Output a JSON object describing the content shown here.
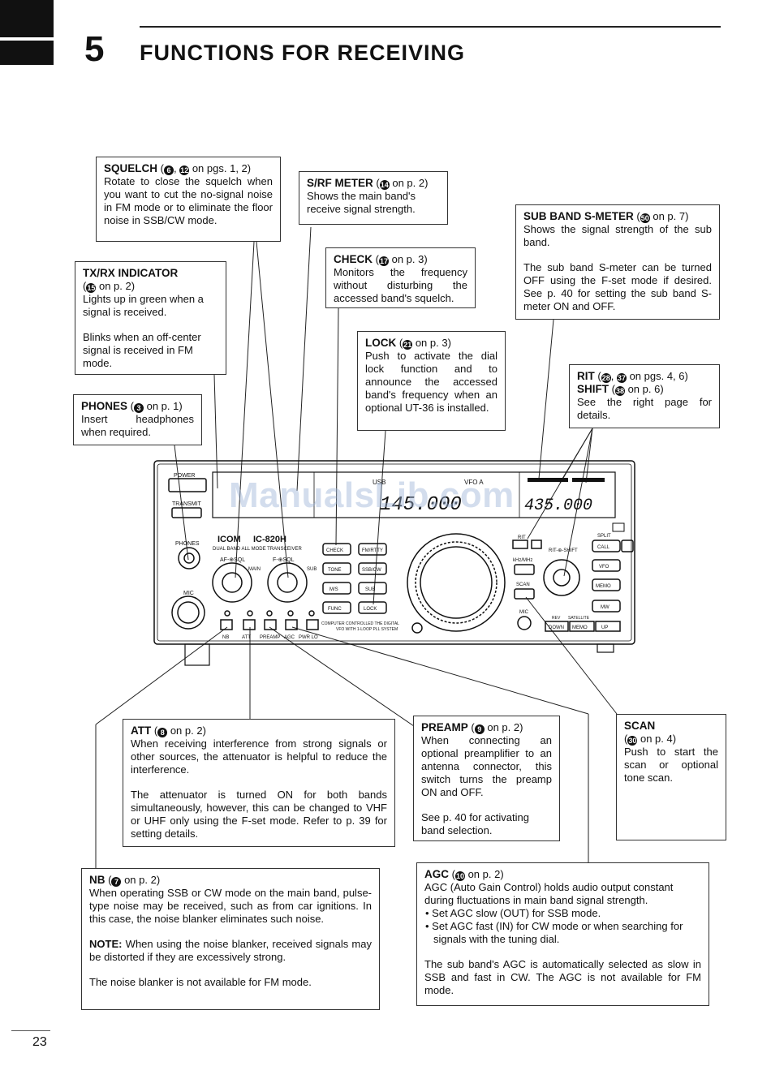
{
  "header": {
    "chapter_number": "5",
    "chapter_title": "FUNCTIONS FOR RECEIVING"
  },
  "page_number": "23",
  "watermark": "ManualsLib.com",
  "callouts": {
    "squelch": {
      "title": "SQUELCH",
      "refs": [
        "6",
        "12"
      ],
      "ref_text": "on pgs. 1, 2",
      "body": [
        "Rotate to close the squelch when you want to cut the no-signal noise in FM mode or to eliminate the floor noise in SSB/CW mode."
      ]
    },
    "srf_meter": {
      "title": "S/RF METER",
      "refs": [
        "14"
      ],
      "ref_text": "on p. 2",
      "body": [
        "Shows the main band's receive signal strength."
      ]
    },
    "sub_band_smeter": {
      "title": "SUB BAND S-METER",
      "refs": [
        "50"
      ],
      "ref_text": "on p. 7",
      "body": [
        "Shows the signal strength of the sub band.",
        "The sub band S-meter can be turned OFF using the F-set mode if desired. See p. 40 for setting the sub band S-meter ON and OFF."
      ]
    },
    "txrx_indicator": {
      "title": "TX/RX INDICATOR",
      "refs": [
        "15"
      ],
      "ref_text": "on p. 2",
      "body": [
        "Lights up in green when a signal is received.",
        "Blinks when an off-center signal is received in FM mode."
      ]
    },
    "check": {
      "title": "CHECK",
      "refs": [
        "17"
      ],
      "ref_text": "on p. 3",
      "body": [
        "Monitors the frequency without disturbing the accessed band's squelch."
      ]
    },
    "lock": {
      "title": "LOCK",
      "refs": [
        "21"
      ],
      "ref_text": "on p. 3",
      "body": [
        "Push to activate the dial lock function and to announce the accessed band's frequency when an optional UT-36 is installed."
      ]
    },
    "rit": {
      "title": "RIT",
      "refs": [
        "28",
        "37"
      ],
      "ref_text": "on pgs. 4, 6"
    },
    "shift": {
      "title": "SHIFT",
      "refs": [
        "38"
      ],
      "ref_text": "on p. 6",
      "body": [
        "See the right page for details."
      ]
    },
    "phones": {
      "title": "PHONES",
      "refs": [
        "3"
      ],
      "ref_text": "on p. 1",
      "body": [
        "Insert headphones when required."
      ]
    },
    "att": {
      "title": "ATT",
      "refs": [
        "8"
      ],
      "ref_text": "on p. 2",
      "body": [
        "When receiving interference from strong signals or other sources, the attenuator is helpful to reduce the interference.",
        "The attenuator is turned ON for both bands simultaneously, however, this can be changed to VHF or UHF only using the F-set mode. Refer to p. 39 for setting details."
      ]
    },
    "preamp": {
      "title": "PREAMP",
      "refs": [
        "9"
      ],
      "ref_text": "on p. 2",
      "body": [
        "When connecting an optional preamplifier to an antenna connector, this switch turns the preamp ON and OFF.",
        "See p. 40 for activating band selection."
      ]
    },
    "scan": {
      "title": "SCAN",
      "refs": [
        "30"
      ],
      "ref_text": "on p. 4",
      "body": [
        "Push to start the scan or optional tone scan."
      ]
    },
    "nb": {
      "title": "NB",
      "refs": [
        "7"
      ],
      "ref_text": "on p. 2",
      "body": [
        "When operating SSB or CW mode on the main band, pulse-type noise may be received, such as from car ignitions. In this case, the noise blanker eliminates such noise."
      ],
      "note_label": "NOTE:",
      "note": "When using the noise blanker, received signals may be distorted if they are excessively strong.",
      "tail": "The noise blanker is not available for FM mode."
    },
    "agc": {
      "title": "AGC",
      "refs": [
        "10"
      ],
      "ref_text": "on p. 2",
      "intro": "AGC (Auto Gain Control) holds audio output constant during fluctuations in main band signal strength.",
      "bullets": [
        "Set AGC slow (OUT) for SSB mode.",
        "Set AGC fast (IN) for CW mode or when searching for signals with the tuning dial."
      ],
      "tail": "The sub band's AGC is automatically selected as slow in SSB and fast in CW. The AGC is not available for FM mode."
    }
  },
  "radio": {
    "model": "IC-820H",
    "subtitle": "DUAL BAND ALL MODE TRANSCEIVER",
    "brand": "ICOM",
    "display_main": "145.000",
    "display_mode": "USB",
    "display_vfo": "VFO A",
    "display_sub": "435.000",
    "labels": {
      "power": "POWER",
      "transmit": "TRANSMIT",
      "phones": "PHONES",
      "mic": "MIC",
      "af_sql": "AF-⊕SQL",
      "f_sql": "F-⊕SQL",
      "main": "MAIN",
      "sub": "SUB",
      "check": "CHECK",
      "tone": "TONE",
      "ms": "M/S",
      "func": "FUNC",
      "fmr": "FM/RTTY",
      "ssb_cw": "SSB/CW",
      "sub_btn": "SUB",
      "lock": "LOCK",
      "rit": "RIT",
      "khz": "kHz/MHz",
      "scan": "SCAN",
      "mic_r": "MIC",
      "call": "CALL",
      "vfo": "VFO",
      "memo": "MEMO",
      "mw": "MW",
      "split": "SPLIT",
      "rev": "REV",
      "satellite": "SATELLITE",
      "down": "DOWN",
      "memo_b": "MEMO",
      "up": "UP",
      "nb": "NB",
      "att": "ATT",
      "preamp": "PREAMP",
      "agc": "AGC",
      "pwr_lo": "PWR LO",
      "computer": "COMPUTER CONTROLLED THE DIGITAL",
      "vfo_pll": "VFO WITH 1-LOOP PLL SYSTEM",
      "rit_shift": "RIT-⊕-SHIFT"
    }
  }
}
